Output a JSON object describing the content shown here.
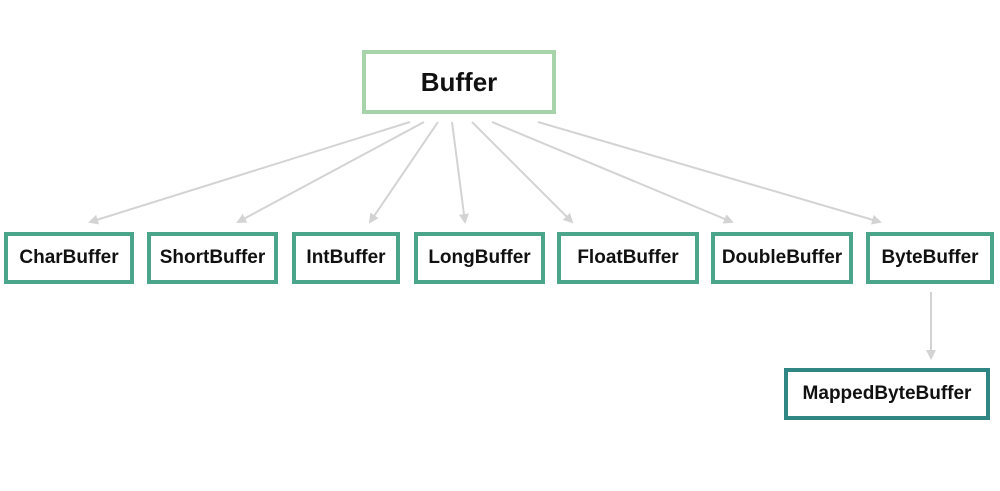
{
  "diagram": {
    "root": {
      "label": "Buffer"
    },
    "children": [
      {
        "label": "CharBuffer"
      },
      {
        "label": "ShortBuffer"
      },
      {
        "label": "IntBuffer"
      },
      {
        "label": "LongBuffer"
      },
      {
        "label": "FloatBuffer"
      },
      {
        "label": "DoubleBuffer"
      },
      {
        "label": "ByteBuffer"
      }
    ],
    "grandchild": {
      "label": "MappedByteBuffer",
      "parent": "ByteBuffer"
    }
  },
  "colors": {
    "root_border": "#a6d3a9",
    "child_border": "#4aa58a",
    "grandchild_border": "#2f8684",
    "arrow": "#d3d3d3",
    "text": "#111111"
  }
}
